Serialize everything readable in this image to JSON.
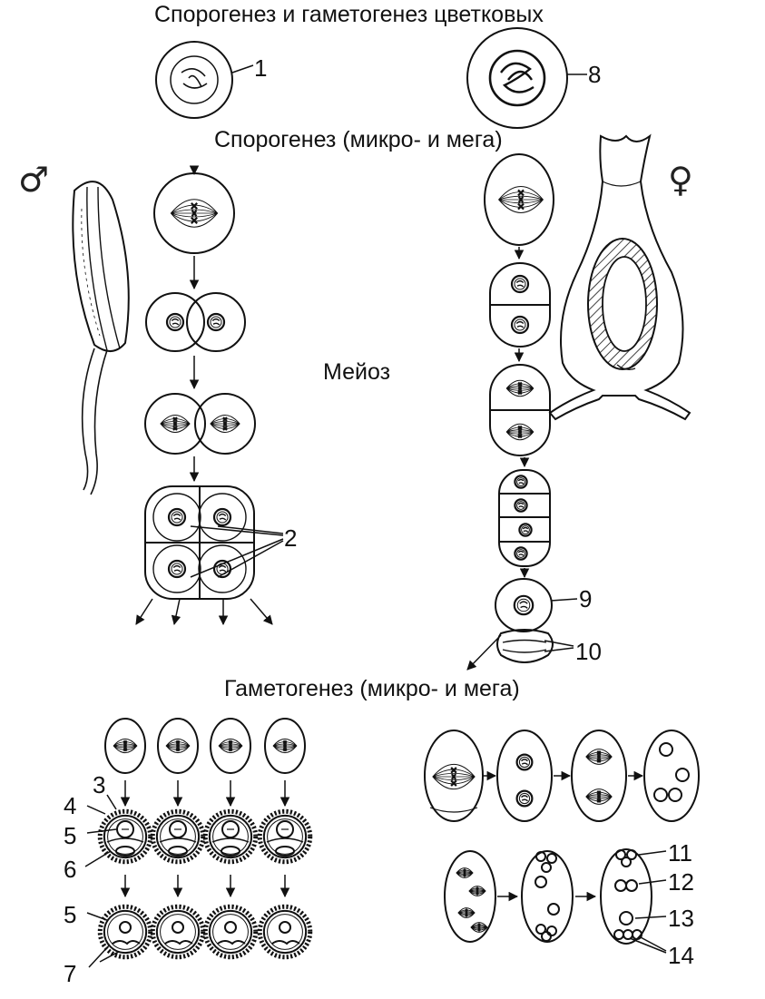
{
  "title": "Спорогенез и гаметогенез цветковых",
  "subtitle_sporogenesis": "Спорогенез (микро- и мега)",
  "subtitle_meiosis": "Мейоз",
  "subtitle_gametogenesis": "Гаметогенез (микро- и мега)",
  "male_symbol": "♂",
  "female_symbol": "♀",
  "labels": {
    "l1": "1",
    "l2": "2",
    "l3": "3",
    "l4": "4",
    "l5a": "5",
    "l5b": "5",
    "l6": "6",
    "l7": "7",
    "l8": "8",
    "l9": "9",
    "l10": "10",
    "l11": "11",
    "l12": "12",
    "l13": "13",
    "l14": "14"
  }
}
